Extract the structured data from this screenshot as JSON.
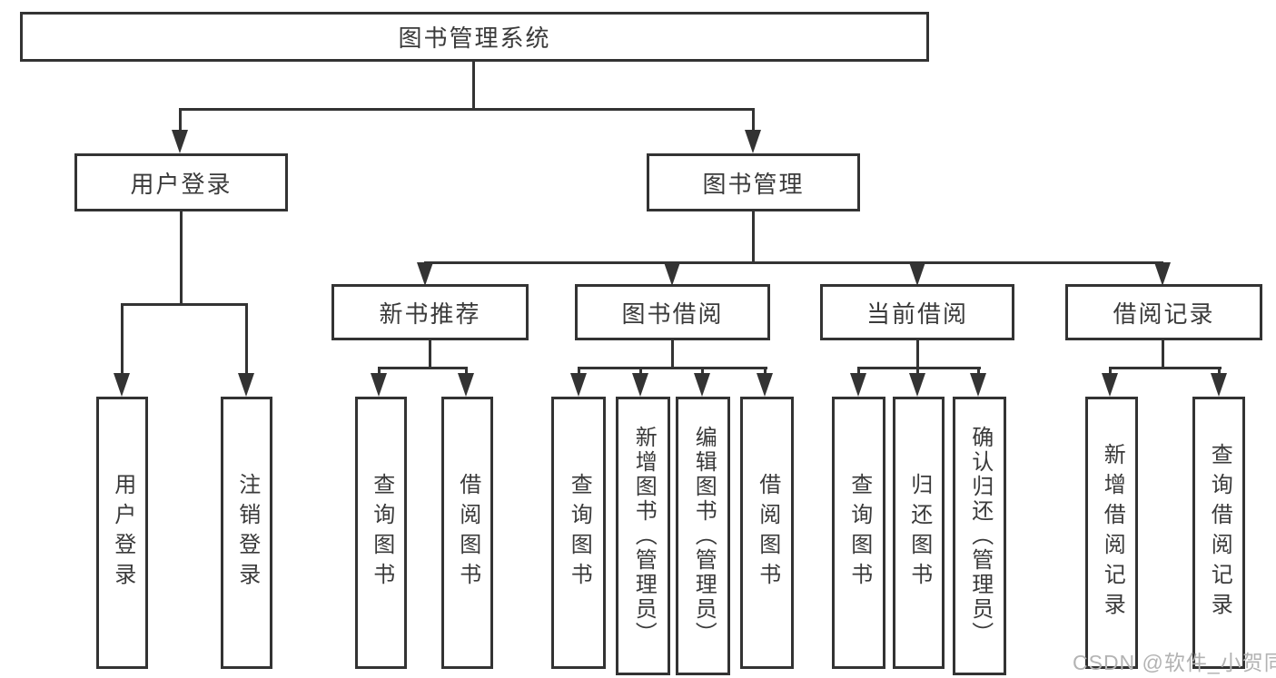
{
  "root": {
    "label": "图书管理系统"
  },
  "level2": {
    "user_login": {
      "label": "用户登录"
    },
    "book_management": {
      "label": "图书管理"
    }
  },
  "level3": {
    "new_books": {
      "label": "新书推荐"
    },
    "book_borrowing": {
      "label": "图书借阅"
    },
    "current_borrowing": {
      "label": "当前借阅"
    },
    "borrowing_records": {
      "label": "借阅记录"
    }
  },
  "leaves": {
    "user_login": [
      "用户登录",
      "注销登录"
    ],
    "new_books": [
      "查询图书",
      "借阅图书"
    ],
    "book_borrowing": [
      "查询图书",
      "新增图书（管理员）",
      "编辑图书（管理员）",
      "借阅图书"
    ],
    "current_borrowing": [
      "查询图书",
      "归还图书",
      "确认归还（管理员）"
    ],
    "borrowing_records": [
      "新增借阅记录",
      "查询借阅记录"
    ]
  },
  "watermark": {
    "text": "CSDN @软件_小贺同学"
  },
  "colors": {
    "line": "#333333",
    "text": "#3a3a3a",
    "watermark": "#b3b3b3",
    "background": "#ffffff"
  }
}
